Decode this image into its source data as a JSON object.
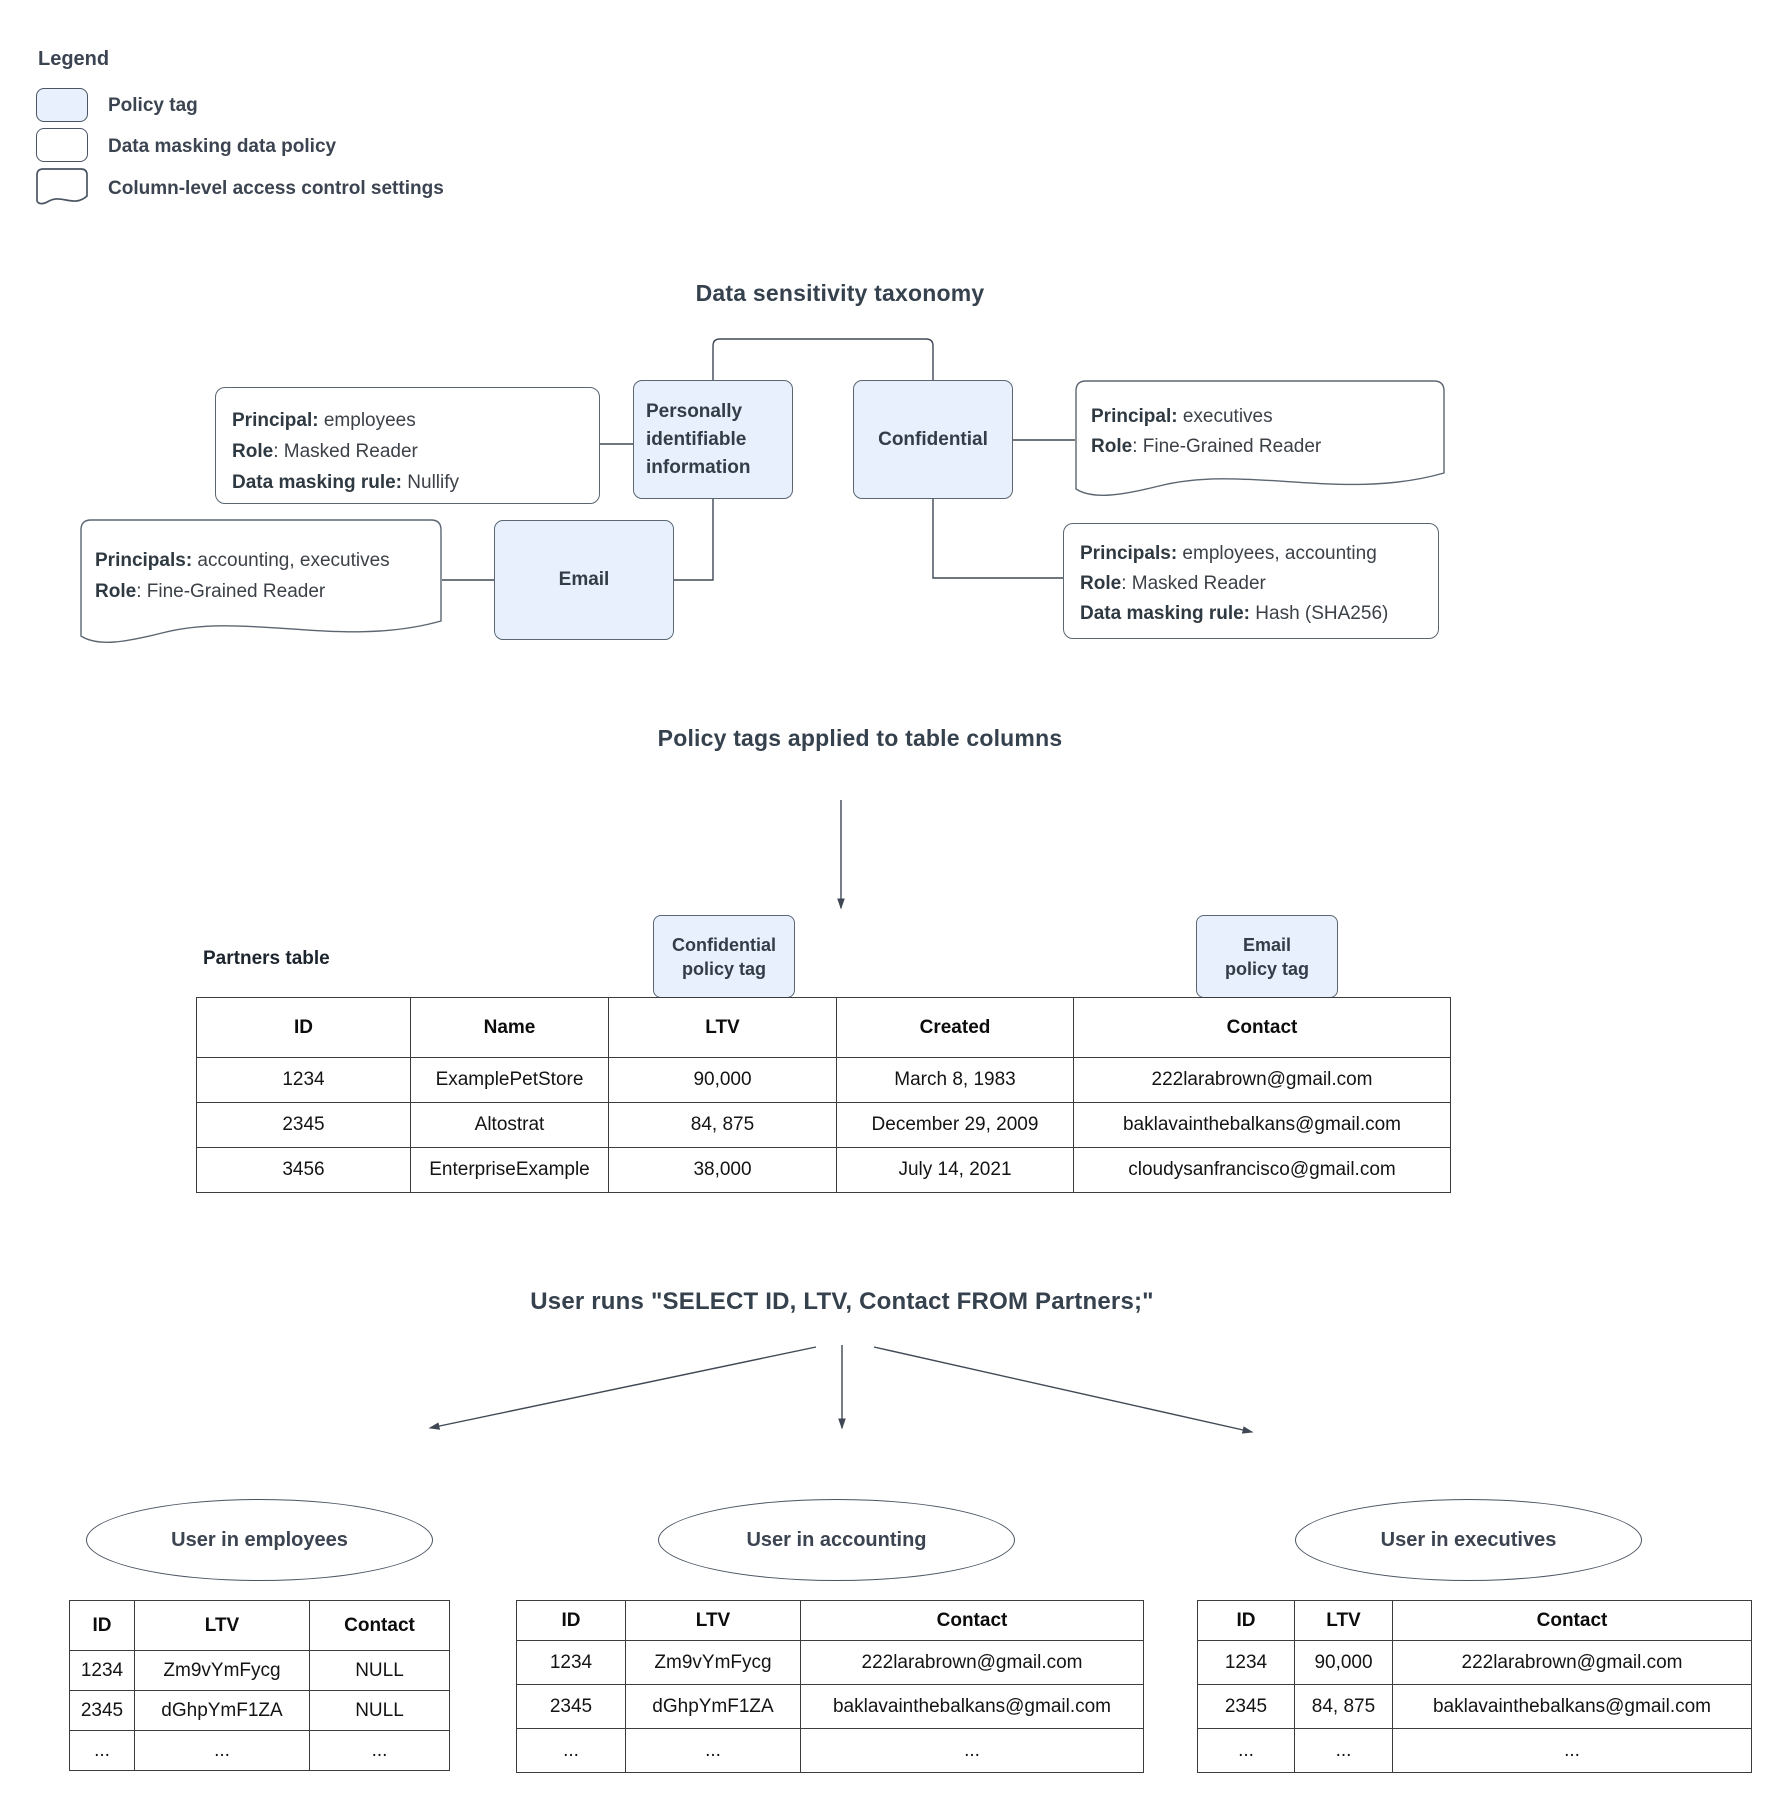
{
  "colors": {
    "policy_tag_fill": "#e7f0fc",
    "shape_border": "#5b6671",
    "connector": "#3f4854",
    "title_text": "#36414e",
    "table_border": "#3c3c3c"
  },
  "legend": {
    "title": "Legend",
    "items": [
      {
        "label": "Policy tag"
      },
      {
        "label": "Data masking data policy"
      },
      {
        "label": "Column-level access control settings"
      }
    ]
  },
  "taxonomy": {
    "title": "Data sensitivity taxonomy",
    "nodes": {
      "pii": "Personally identifiable information",
      "confidential": "Confidential",
      "email": "Email"
    },
    "boxes": {
      "employees_masking": {
        "lines": [
          {
            "b": "Principal:",
            "r": " employees"
          },
          {
            "b": "Role",
            "r": ": Masked Reader"
          },
          {
            "b": "Data masking rule:",
            "r": " Nullify"
          }
        ]
      },
      "executives_access": {
        "lines": [
          {
            "b": "Principal:",
            "r": " executives"
          },
          {
            "b": "Role",
            "r": ": Fine-Grained Reader"
          }
        ]
      },
      "accounting_executives_access": {
        "lines": [
          {
            "b": "Principals:",
            "r": " accounting, executives"
          },
          {
            "b": "Role",
            "r": ": Fine-Grained Reader"
          }
        ]
      },
      "employees_accounting_masking": {
        "lines": [
          {
            "b": "Principals:",
            "r": " employees, accounting"
          },
          {
            "b": "Role",
            "r": ": Masked Reader"
          },
          {
            "b": "Data masking rule:",
            "r": " Hash (SHA256)"
          }
        ]
      }
    }
  },
  "applied": {
    "title": "Policy tags applied to table columns",
    "table_label": "Partners table",
    "confidential_tag": {
      "line1": "Confidential",
      "line2": "policy tag"
    },
    "email_tag": {
      "line1": "Email",
      "line2": "policy tag"
    },
    "headers": [
      "ID",
      "Name",
      "LTV",
      "Created",
      "Contact"
    ],
    "rows": [
      [
        "1234",
        "ExamplePetStore",
        "90,000",
        "March 8, 1983",
        "222larabrown@gmail.com"
      ],
      [
        "2345",
        "Altostrat",
        "84, 875",
        "December 29, 2009",
        "baklavainthebalkans@gmail.com"
      ],
      [
        "3456",
        "EnterpriseExample",
        "38,000",
        "July 14, 2021",
        "cloudysanfrancisco@gmail.com"
      ]
    ]
  },
  "query": {
    "title": "User runs \"SELECT ID, LTV, Contact FROM Partners;\"",
    "results": [
      {
        "group": "User in employees",
        "headers": [
          "ID",
          "LTV",
          "Contact"
        ],
        "rows": [
          [
            "1234",
            "Zm9vYmFycg",
            "NULL"
          ],
          [
            "2345",
            "dGhpYmF1ZA",
            "NULL"
          ],
          [
            "...",
            "...",
            "..."
          ]
        ]
      },
      {
        "group": "User in accounting",
        "headers": [
          "ID",
          "LTV",
          "Contact"
        ],
        "rows": [
          [
            "1234",
            "Zm9vYmFycg",
            "222larabrown@gmail.com"
          ],
          [
            "2345",
            "dGhpYmF1ZA",
            "baklavainthebalkans@gmail.com"
          ],
          [
            "...",
            "...",
            "..."
          ]
        ]
      },
      {
        "group": "User in executives",
        "headers": [
          "ID",
          "LTV",
          "Contact"
        ],
        "rows": [
          [
            "1234",
            "90,000",
            "222larabrown@gmail.com"
          ],
          [
            "2345",
            "84, 875",
            "baklavainthebalkans@gmail.com"
          ],
          [
            "...",
            "...",
            "..."
          ]
        ]
      }
    ]
  }
}
